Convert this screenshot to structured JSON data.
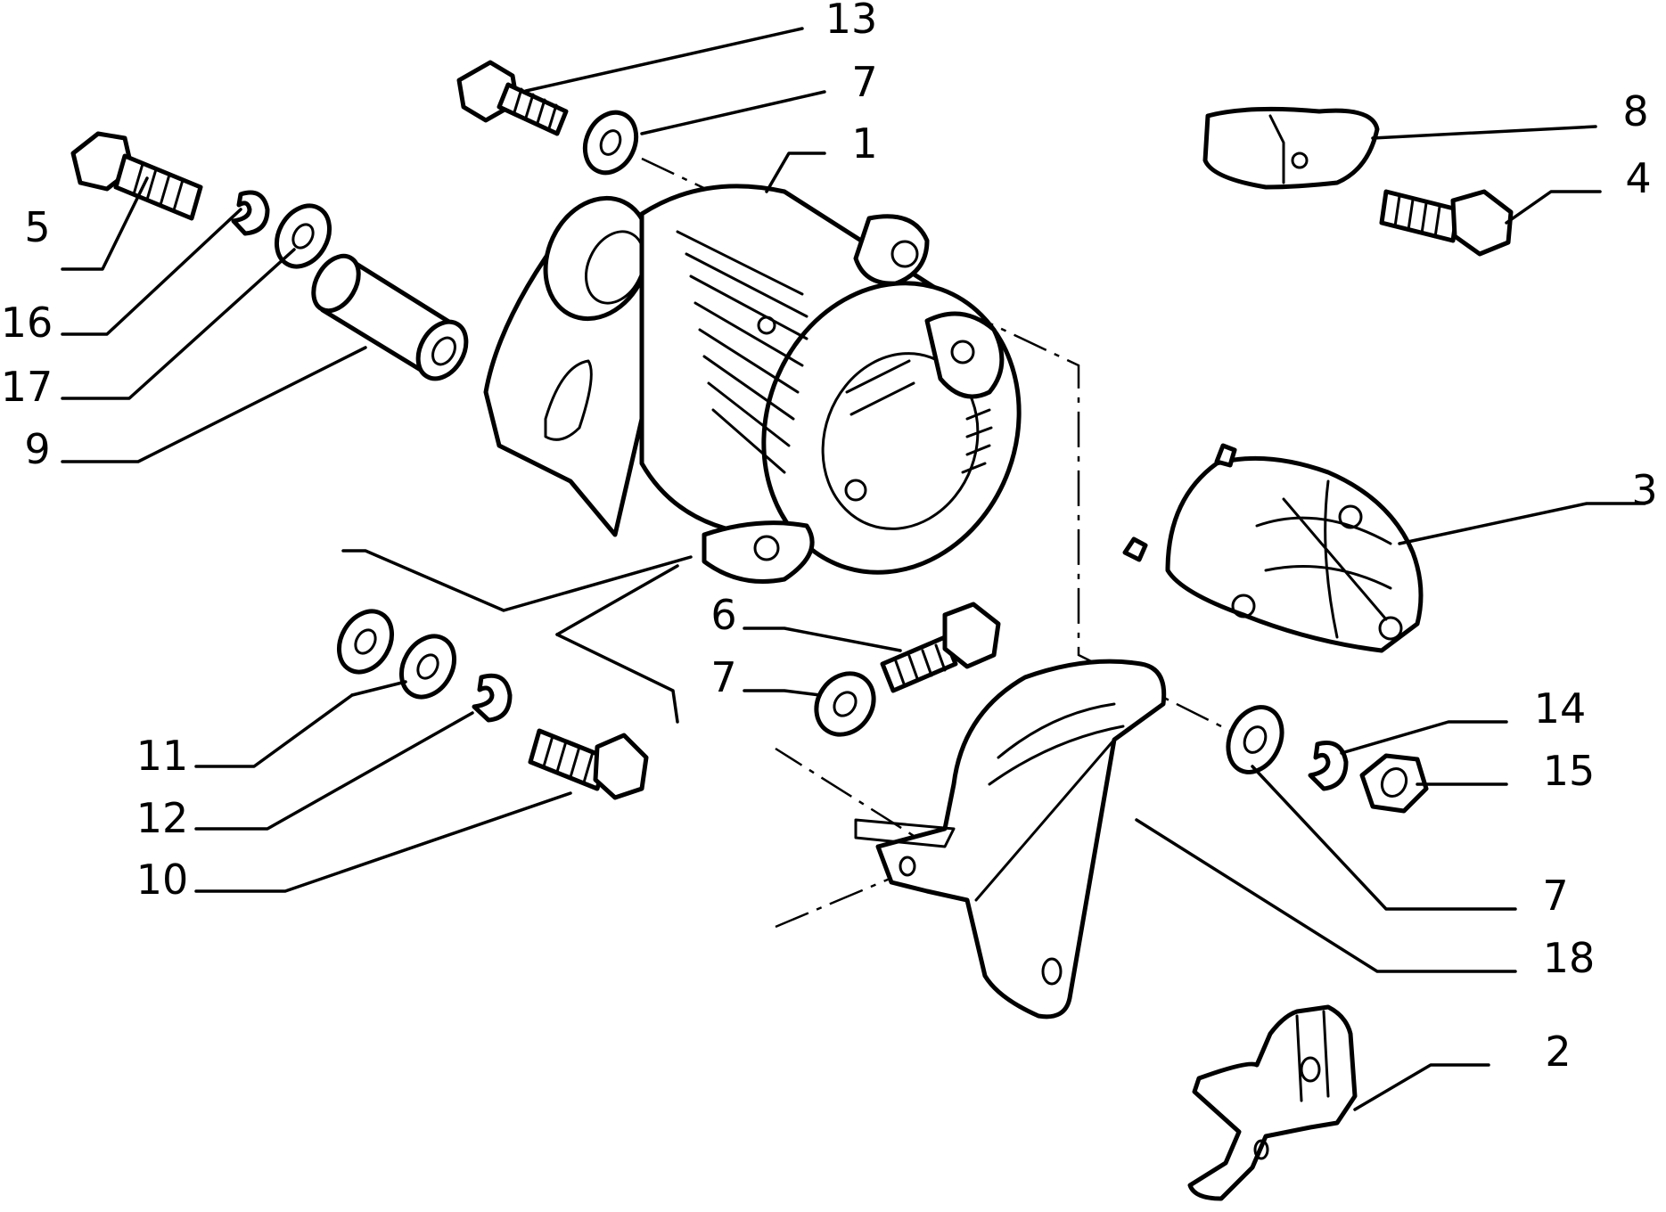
{
  "callouts": [
    {
      "id": "c13a",
      "label": "13"
    },
    {
      "id": "c7a",
      "label": "7"
    },
    {
      "id": "c1",
      "label": "1"
    },
    {
      "id": "c8",
      "label": "8"
    },
    {
      "id": "c4",
      "label": "4"
    },
    {
      "id": "c5",
      "label": "5"
    },
    {
      "id": "c16",
      "label": "16"
    },
    {
      "id": "c17",
      "label": "17"
    },
    {
      "id": "c9",
      "label": "9"
    },
    {
      "id": "c3",
      "label": "3"
    },
    {
      "id": "c6",
      "label": "6"
    },
    {
      "id": "c7b",
      "label": "7"
    },
    {
      "id": "c14",
      "label": "14"
    },
    {
      "id": "c15",
      "label": "15"
    },
    {
      "id": "c11",
      "label": "11"
    },
    {
      "id": "c12",
      "label": "12"
    },
    {
      "id": "c10",
      "label": "10"
    },
    {
      "id": "c7c",
      "label": "7"
    },
    {
      "id": "c18",
      "label": "18"
    },
    {
      "id": "c2",
      "label": "2"
    }
  ]
}
